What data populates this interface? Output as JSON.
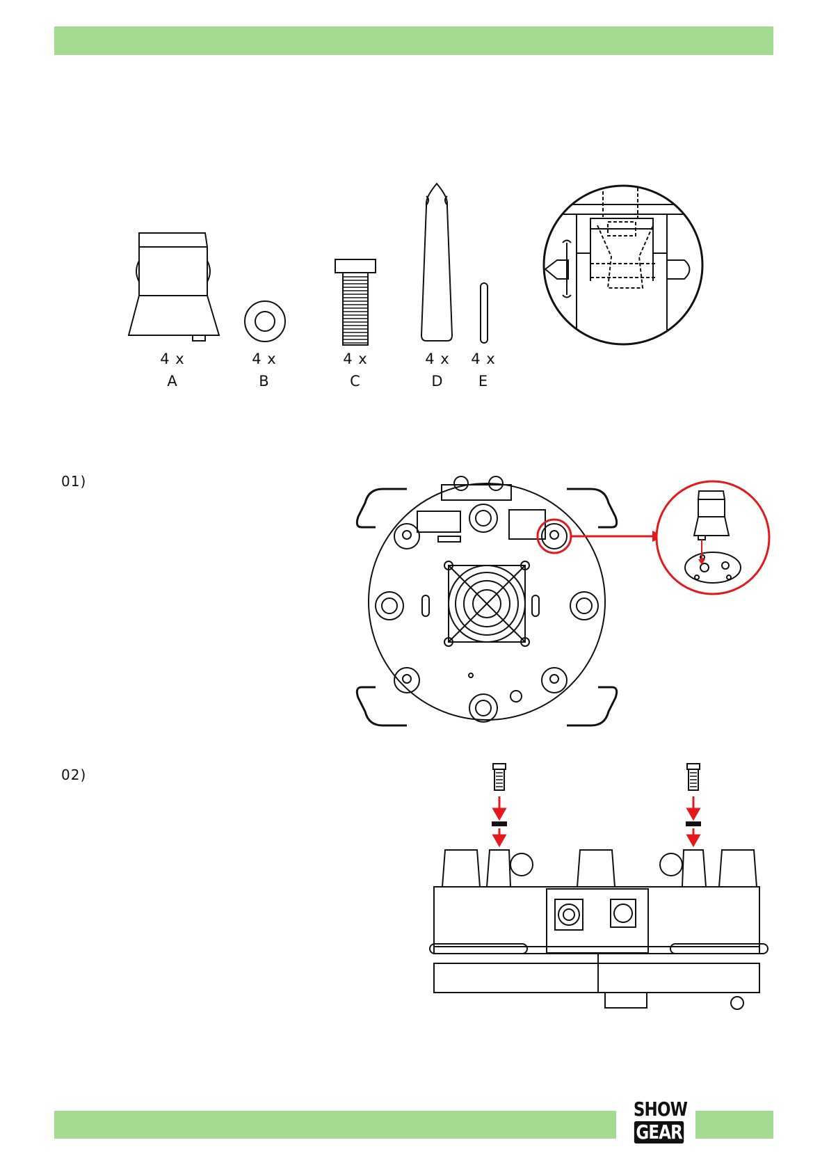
{
  "parts": [
    {
      "qty": "4 x",
      "letter": "A"
    },
    {
      "qty": "4 x",
      "letter": "B"
    },
    {
      "qty": "4 x",
      "letter": "C"
    },
    {
      "qty": "4 x",
      "letter": "D"
    },
    {
      "qty": "4 x",
      "letter": "E"
    }
  ],
  "steps": [
    {
      "number": "01)"
    },
    {
      "number": "02)"
    }
  ],
  "logo": {
    "line1": "SHOW",
    "line2": "GEAR"
  },
  "colors": {
    "band": "#a3dc91",
    "highlight": "#e3191c",
    "line": "#111111"
  }
}
